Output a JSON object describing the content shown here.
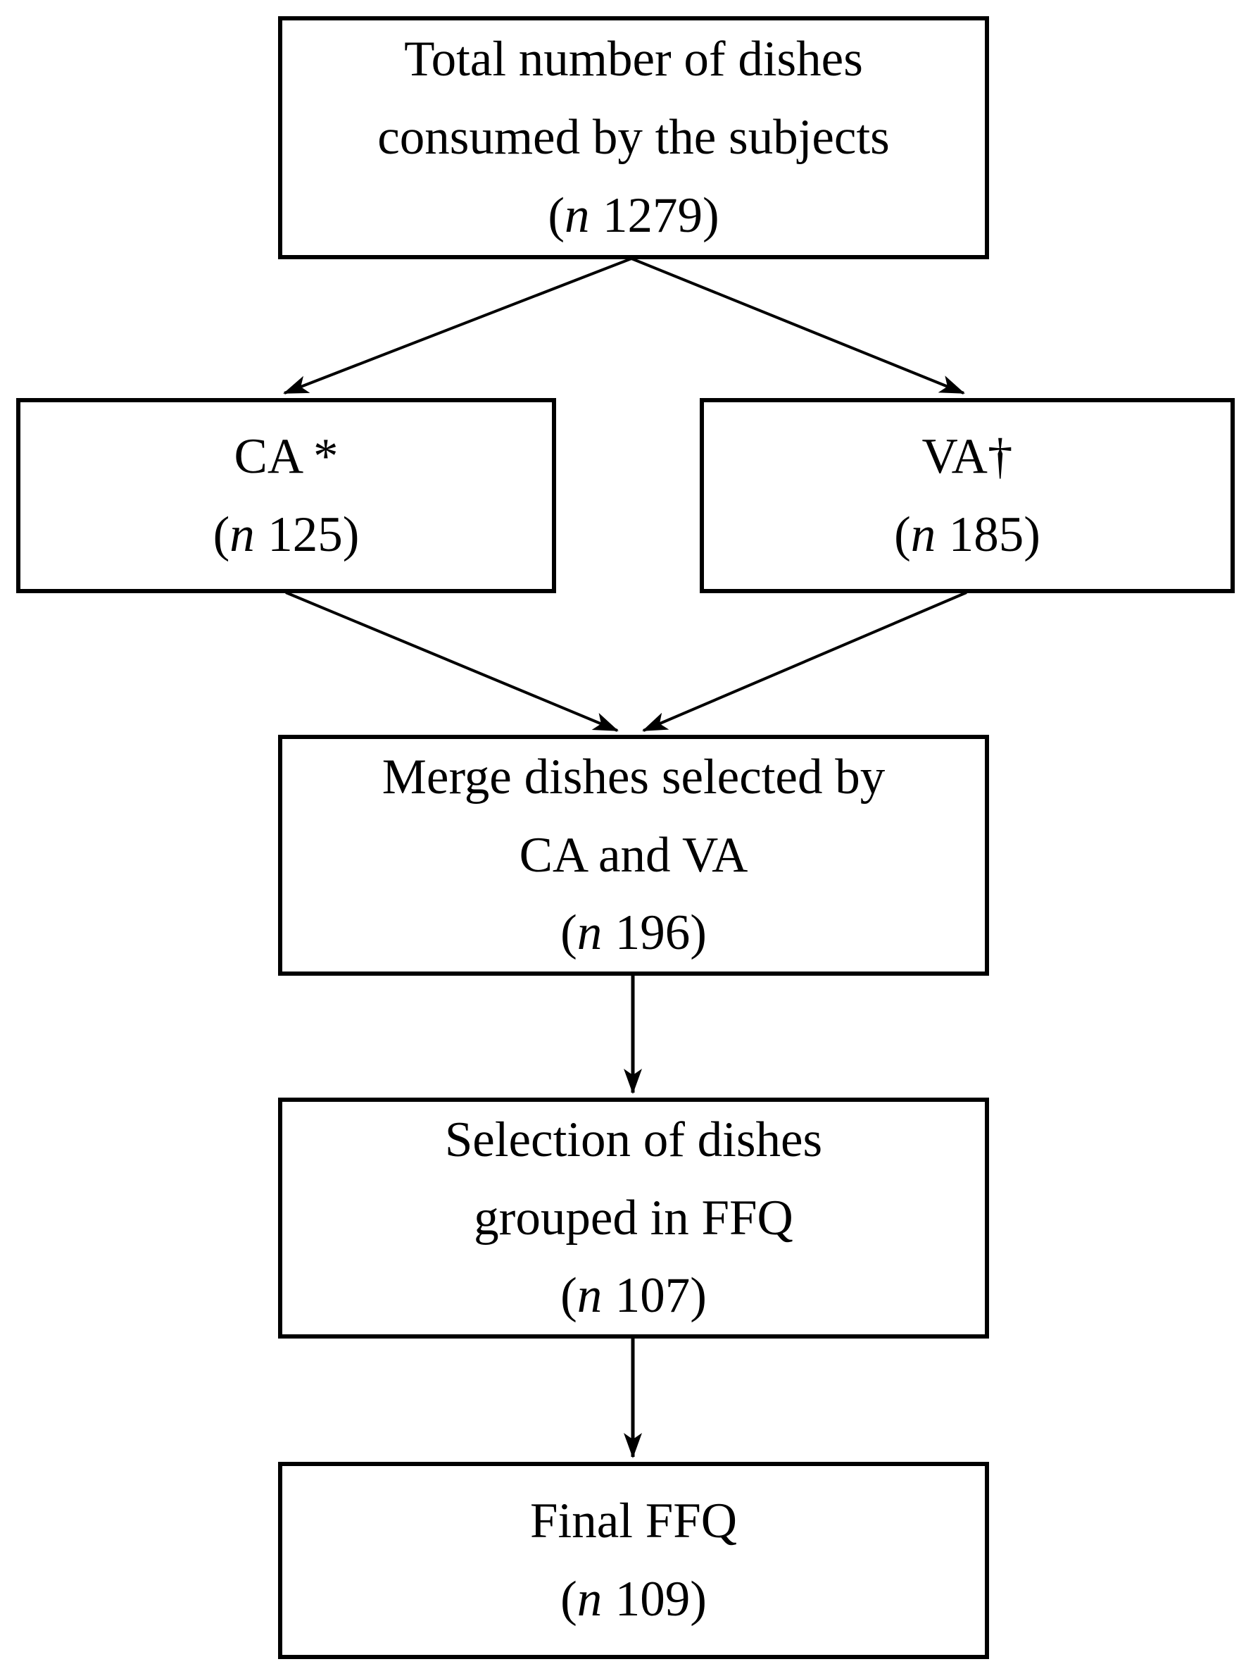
{
  "page": {
    "background_color": "#ffffff",
    "ink_color": "#000000",
    "type": "flowchart"
  },
  "punct": {
    "open": "(",
    "close": ")"
  },
  "nodes": {
    "total": {
      "lines": [
        "Total number of dishes",
        "consumed by the subjects"
      ],
      "n_label": "n",
      "count": "1279"
    },
    "ca": {
      "lines": [
        "CA *"
      ],
      "n_label": "n",
      "count": "125"
    },
    "va": {
      "lines": [
        "VA†"
      ],
      "n_label": "n",
      "count": "185"
    },
    "merge": {
      "lines": [
        "Merge dishes selected by",
        "CA and VA"
      ],
      "n_label": "n",
      "count": "196"
    },
    "selection": {
      "lines": [
        "Selection of dishes",
        "grouped in FFQ"
      ],
      "n_label": "n",
      "count": "107"
    },
    "final": {
      "lines": [
        "Final FFQ"
      ],
      "n_label": "n",
      "count": "109"
    }
  },
  "edges": [
    {
      "from": "total",
      "to": "ca"
    },
    {
      "from": "total",
      "to": "va"
    },
    {
      "from": "ca",
      "to": "merge"
    },
    {
      "from": "va",
      "to": "merge"
    },
    {
      "from": "merge",
      "to": "selection"
    },
    {
      "from": "selection",
      "to": "final"
    }
  ]
}
